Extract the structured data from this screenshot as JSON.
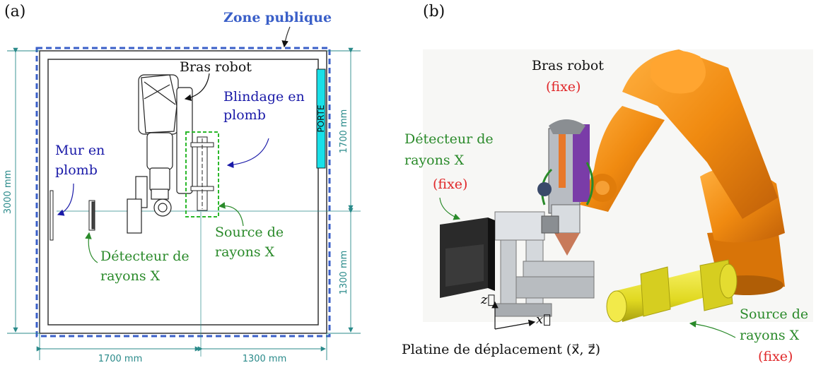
{
  "panel_a": {
    "tag": "(a)",
    "zone_label": "Zone publique",
    "door_label": "PORTE",
    "robot_label": "Bras robot",
    "shield_label_1": "Blindage en",
    "shield_label_2": "plomb",
    "wall_label_1": "Mur en",
    "wall_label_2": "plomb",
    "detector_label_1": "Détecteur de",
    "detector_label_2": "rayons X",
    "source_label_1": "Source de",
    "source_label_2": "rayons X",
    "dim_height": "3000  mm",
    "dim_right_top": "1700  mm",
    "dim_right_bottom": "1300  mm",
    "dim_bottom_left": "1700  mm",
    "dim_bottom_right": "1300  mm"
  },
  "panel_b": {
    "tag": "(b)",
    "robot_label": "Bras robot",
    "robot_state": "(fixe)",
    "detector_label_1": "Détecteur de",
    "detector_label_2": "rayons X",
    "detector_state": "(fixe)",
    "source_label_1": "Source de",
    "source_label_2": "rayons X",
    "source_state": "(fixe)",
    "stage_label": "Platine de déplacement (x⃗, z⃗)",
    "axis_z": "z⃗",
    "axis_x": "x⃗"
  },
  "colors": {
    "zone": "#3a5fc8",
    "blue_text": "#1a1aa8",
    "green_text": "#2a8a2a",
    "red_text": "#e0282a",
    "dimension": "#2a8a8a",
    "door": "#18e0e8",
    "robot_orange": "#f08a10",
    "source_yellow": "#e8e030"
  }
}
